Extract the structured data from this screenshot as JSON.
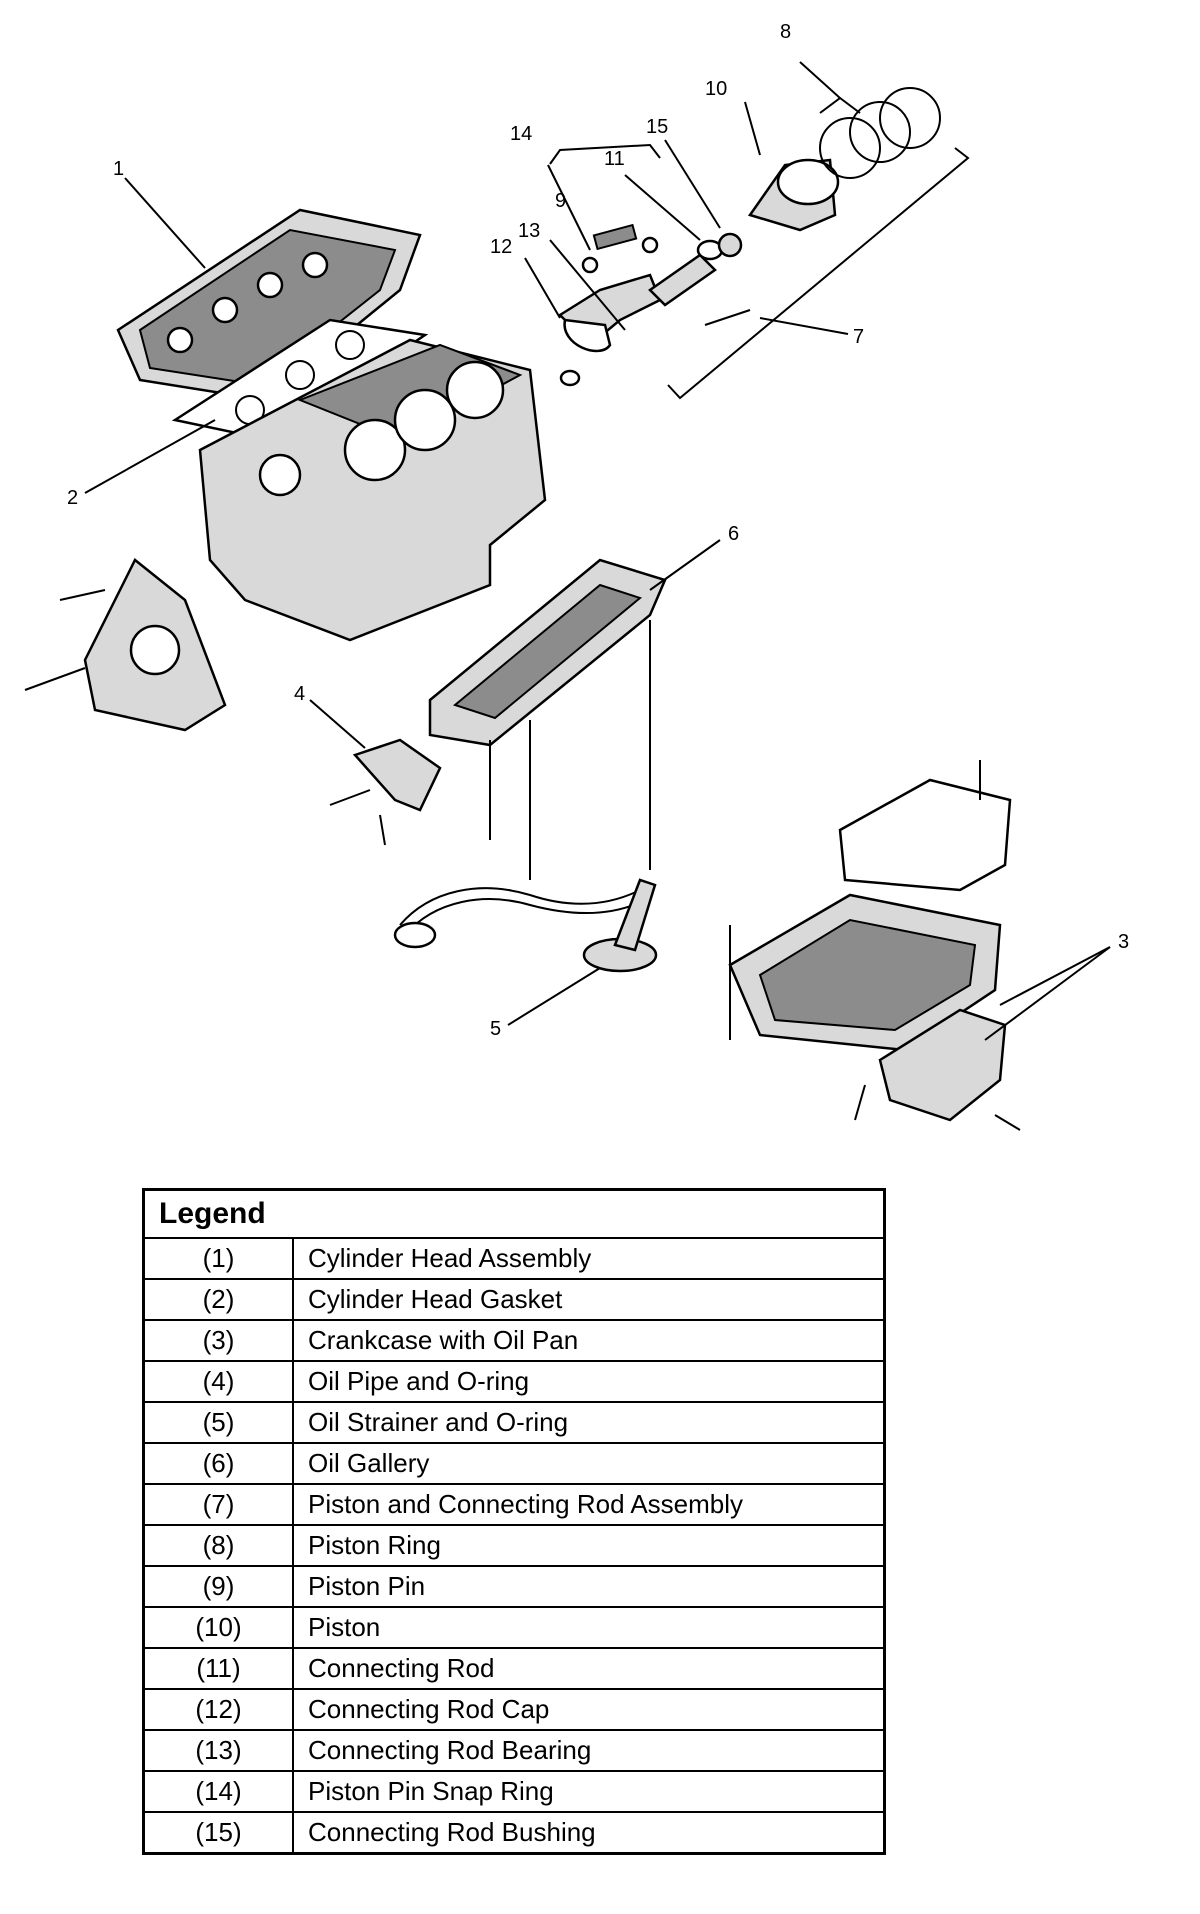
{
  "diagram": {
    "callouts": [
      "1",
      "2",
      "3",
      "4",
      "5",
      "6",
      "7",
      "8",
      "9",
      "10",
      "11",
      "12",
      "13",
      "14",
      "15"
    ]
  },
  "legend": {
    "title": "Legend",
    "rows": [
      {
        "num": "(1)",
        "desc": "Cylinder Head Assembly"
      },
      {
        "num": "(2)",
        "desc": "Cylinder Head Gasket"
      },
      {
        "num": "(3)",
        "desc": "Crankcase with Oil Pan"
      },
      {
        "num": "(4)",
        "desc": "Oil Pipe and O-ring"
      },
      {
        "num": "(5)",
        "desc": "Oil Strainer and O-ring"
      },
      {
        "num": "(6)",
        "desc": "Oil Gallery"
      },
      {
        "num": "(7)",
        "desc": "Piston and Connecting Rod Assembly"
      },
      {
        "num": "(8)",
        "desc": "Piston Ring"
      },
      {
        "num": "(9)",
        "desc": "Piston Pin"
      },
      {
        "num": "(10)",
        "desc": "Piston"
      },
      {
        "num": "(11)",
        "desc": "Connecting Rod"
      },
      {
        "num": "(12)",
        "desc": "Connecting Rod Cap"
      },
      {
        "num": "(13)",
        "desc": "Connecting Rod Bearing"
      },
      {
        "num": "(14)",
        "desc": "Piston Pin Snap Ring"
      },
      {
        "num": "(15)",
        "desc": "Connecting Rod Bushing"
      }
    ]
  }
}
